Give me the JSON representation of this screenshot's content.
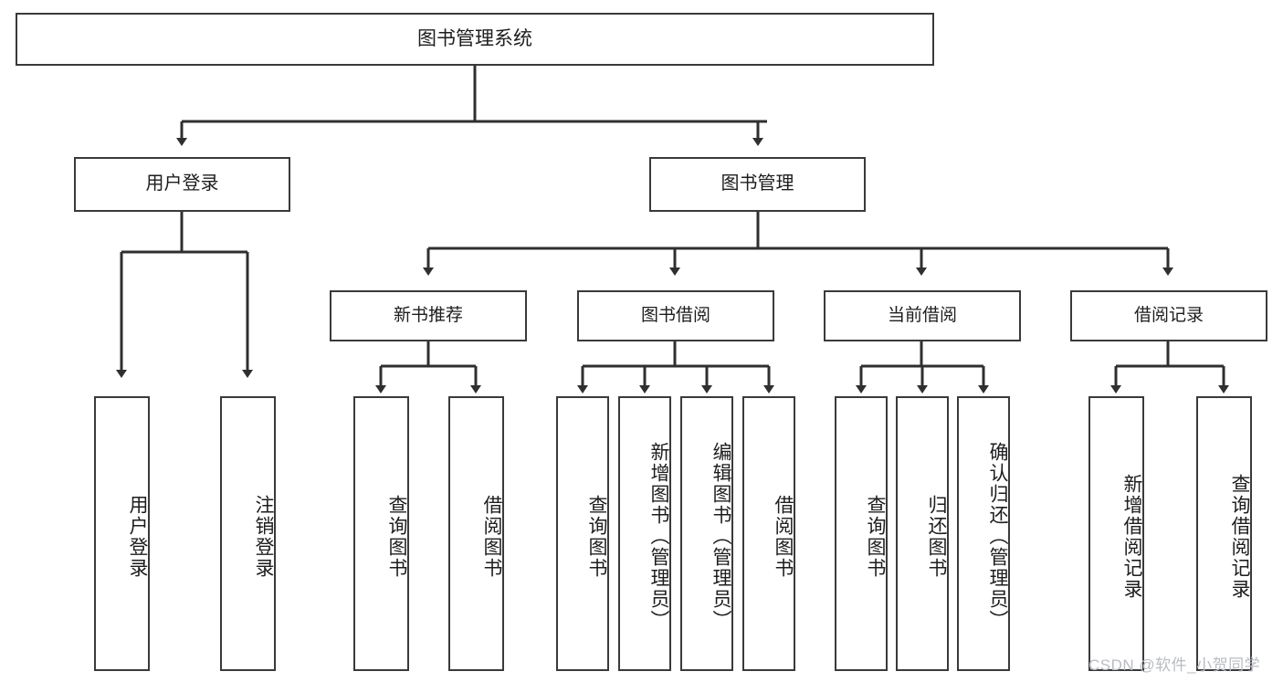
{
  "diagram": {
    "title": "图书管理系统",
    "type": "tree",
    "orientation": "top-down",
    "colors": {
      "background": "#ffffff",
      "box_border": "#3a3a3c",
      "box_fill": "#ffffff",
      "connector": "#2f2f31",
      "text": "#1d1d1f",
      "watermark": "#b9bcc2"
    }
  },
  "root": {
    "label": "图书管理系统"
  },
  "level1": [
    {
      "label": "用户登录"
    },
    {
      "label": "图书管理"
    }
  ],
  "level2": [
    {
      "label": "新书推荐"
    },
    {
      "label": "图书借阅"
    },
    {
      "label": "当前借阅"
    },
    {
      "label": "借阅记录"
    }
  ],
  "leaves": {
    "user_login": [
      {
        "label": "用户登录"
      },
      {
        "label": "注销登录"
      }
    ],
    "new_book_recommend": [
      {
        "label": "查询图书"
      },
      {
        "label": "借阅图书"
      }
    ],
    "book_borrow": [
      {
        "label": "查询图书"
      },
      {
        "label": "新增图书（管理员）"
      },
      {
        "label": "编辑图书（管理员）"
      },
      {
        "label": "借阅图书"
      }
    ],
    "current_borrow": [
      {
        "label": "查询图书"
      },
      {
        "label": "归还图书"
      },
      {
        "label": "确认归还（管理员）"
      }
    ],
    "borrow_record": [
      {
        "label": "新增借阅记录"
      },
      {
        "label": "查询借阅记录"
      }
    ]
  },
  "watermark": {
    "text": "CSDN @软件_小贺同学"
  }
}
